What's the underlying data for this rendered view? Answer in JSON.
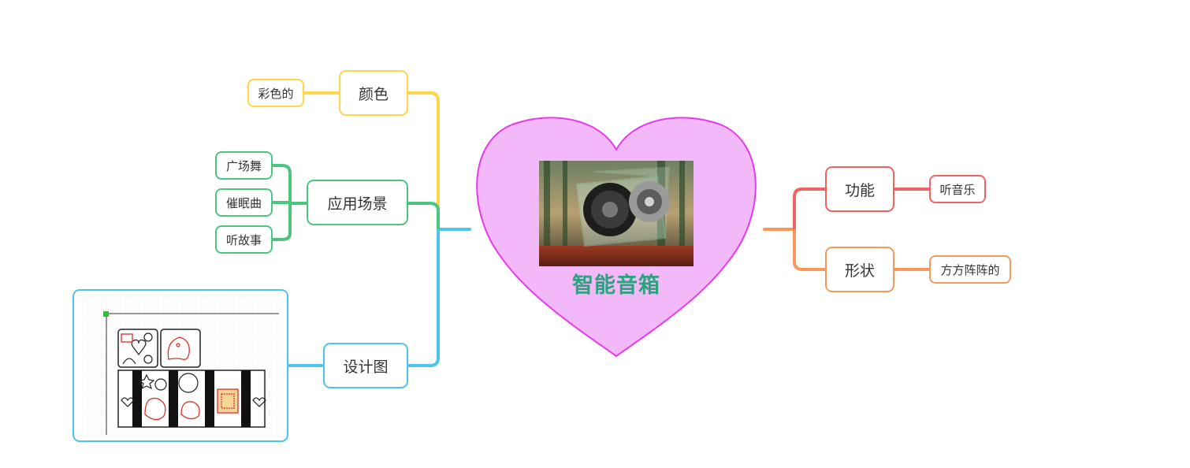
{
  "mindmap": {
    "center": {
      "title": "智能音箱",
      "image": "speaker-photo"
    },
    "branches": {
      "color": {
        "label": "颜色",
        "children": [
          "彩色的"
        ]
      },
      "scenes": {
        "label": "应用场景",
        "children": [
          "广场舞",
          "催眠曲",
          "听故事"
        ]
      },
      "design": {
        "label": "设计图",
        "image": "laser-cut-design-drawing"
      },
      "function": {
        "label": "功能",
        "children": [
          "听音乐"
        ]
      },
      "shape": {
        "label": "形状",
        "children": [
          "方方阵阵的"
        ]
      }
    }
  },
  "colors": {
    "heart_fill": "#F2B8F7",
    "heart_stroke": "#E63BEA",
    "title": "#2AA37E",
    "yellow": "#FFD54A",
    "green": "#4CC67F",
    "blue": "#4DC3F0",
    "red": "#EE6463",
    "orange": "#F7995A"
  }
}
